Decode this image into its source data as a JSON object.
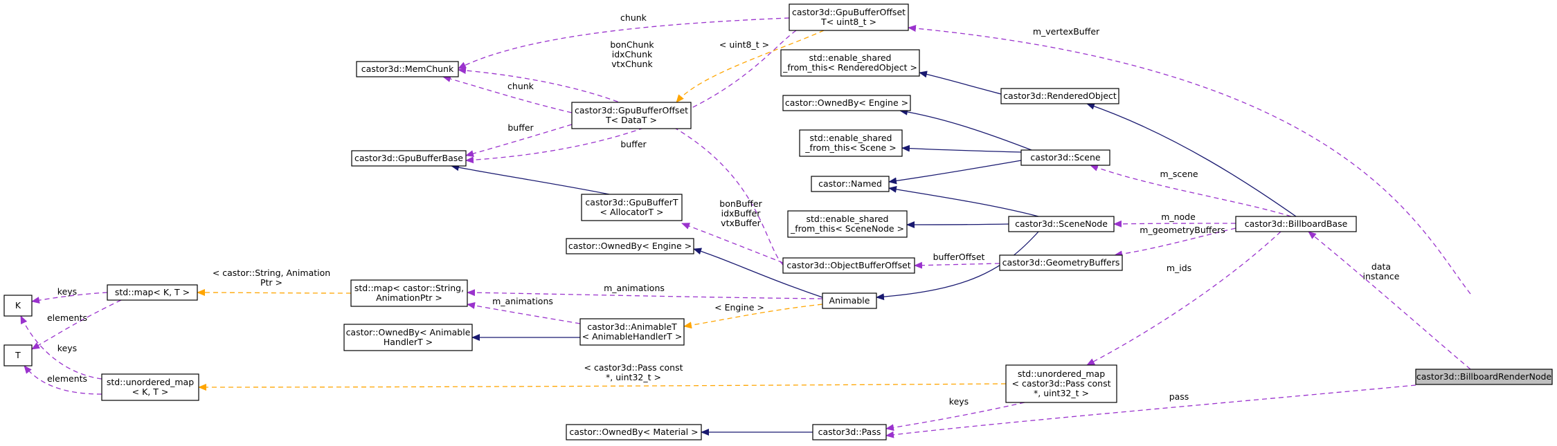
{
  "colors": {
    "inherit": "#191970",
    "usage": "#9a32cd",
    "template": "#ffa500",
    "focus_fill": "#bfbfbf"
  },
  "nodes": [
    {
      "id": "gbo_u8",
      "lines": [
        "castor3d::GpuBufferOffset",
        "T< uint8_t >"
      ]
    },
    {
      "id": "memchunk",
      "lines": [
        "castor3d::MemChunk"
      ]
    },
    {
      "id": "enable_ro",
      "lines": [
        "std::enable_shared",
        "_from_this< RenderedObject >"
      ]
    },
    {
      "id": "renderedobject",
      "lines": [
        "castor3d::RenderedObject"
      ]
    },
    {
      "id": "gbo_t",
      "lines": [
        "castor3d::GpuBufferOffset",
        "T< DataT >"
      ]
    },
    {
      "id": "ownedby_engine1",
      "lines": [
        "castor::OwnedBy< Engine >"
      ]
    },
    {
      "id": "gpubufferbase",
      "lines": [
        "castor3d::GpuBufferBase"
      ]
    },
    {
      "id": "enable_scene",
      "lines": [
        "std::enable_shared",
        "_from_this< Scene >"
      ]
    },
    {
      "id": "scene",
      "lines": [
        "castor3d::Scene"
      ]
    },
    {
      "id": "named",
      "lines": [
        "castor::Named"
      ]
    },
    {
      "id": "gpubuffert",
      "lines": [
        "castor3d::GpuBufferT",
        "< AllocatorT >"
      ]
    },
    {
      "id": "enable_sn",
      "lines": [
        "std::enable_shared",
        "_from_this< SceneNode >"
      ]
    },
    {
      "id": "scenenode",
      "lines": [
        "castor3d::SceneNode"
      ]
    },
    {
      "id": "billboardbase",
      "lines": [
        "castor3d::BillboardBase"
      ]
    },
    {
      "id": "ownedby_engine2",
      "lines": [
        "castor::OwnedBy< Engine >"
      ]
    },
    {
      "id": "objectbufferoffset",
      "lines": [
        "castor3d::ObjectBufferOffset"
      ]
    },
    {
      "id": "geometrybuffers",
      "lines": [
        "castor3d::GeometryBuffers"
      ]
    },
    {
      "id": "map_kt",
      "lines": [
        "std::map< K, T >"
      ]
    },
    {
      "id": "map_anim",
      "lines": [
        "std::map< castor::String,",
        "AnimationPtr >"
      ]
    },
    {
      "id": "animable",
      "lines": [
        "Animable"
      ]
    },
    {
      "id": "K",
      "lines": [
        "K"
      ]
    },
    {
      "id": "ownedby_animhandler",
      "lines": [
        "castor::OwnedBy< Animable",
        "HandlerT >"
      ]
    },
    {
      "id": "animablet",
      "lines": [
        "castor3d::AnimableT",
        "< AnimableHandlerT >"
      ]
    },
    {
      "id": "T",
      "lines": [
        "T"
      ]
    },
    {
      "id": "unordered_kt",
      "lines": [
        "std::unordered_map",
        "< K, T >"
      ]
    },
    {
      "id": "unordered_pass",
      "lines": [
        "std::unordered_map",
        "< castor3d::Pass const",
        "*, uint32_t >"
      ]
    },
    {
      "id": "billboardrendernode",
      "lines": [
        "castor3d::BillboardRenderNode"
      ]
    },
    {
      "id": "ownedby_material",
      "lines": [
        "castor::OwnedBy< Material >"
      ]
    },
    {
      "id": "pass",
      "lines": [
        "castor3d::Pass"
      ]
    }
  ],
  "edges": [
    {
      "id": "e-vertexbuffer",
      "kind": "usage",
      "from": "billboardbase",
      "to": "gbo_u8",
      "label": [
        "m_vertexBuffer"
      ]
    },
    {
      "id": "e-chunk-top",
      "kind": "usage",
      "from": "gbo_u8",
      "to": "memchunk",
      "label": [
        "chunk"
      ]
    },
    {
      "id": "e-uint8-tmpl",
      "kind": "template",
      "from": "gbo_u8",
      "to": "gbo_t",
      "label": [
        "< uint8_t >"
      ]
    },
    {
      "id": "e-buffer-top",
      "kind": "usage",
      "from": "gbo_u8",
      "to": "gpubufferbase",
      "label": [
        "buffer"
      ]
    },
    {
      "id": "e-chunk",
      "kind": "usage",
      "from": "gbo_t",
      "to": "memchunk",
      "label": [
        "chunk"
      ]
    },
    {
      "id": "e-buffer",
      "kind": "usage",
      "from": "gbo_t",
      "to": "gpubufferbase",
      "label": [
        "buffer"
      ]
    },
    {
      "id": "e-vtx-chunks",
      "kind": "usage",
      "from": "objectbufferoffset",
      "to": "memchunk",
      "label": [
        "bonChunk",
        "idxChunk",
        "vtxChunk"
      ]
    },
    {
      "id": "e-gpubuffert-base",
      "kind": "inherit",
      "from": "gpubuffert",
      "to": "gpubufferbase",
      "label": []
    },
    {
      "id": "e-vtx-buffers",
      "kind": "usage",
      "from": "objectbufferoffset",
      "to": "gpubuffert",
      "label": [
        "bonBuffer",
        "idxBuffer",
        "vtxBuffer"
      ]
    },
    {
      "id": "e-ro-enable",
      "kind": "inherit",
      "from": "renderedobject",
      "to": "enable_ro",
      "label": []
    },
    {
      "id": "e-bb-ro",
      "kind": "inherit",
      "from": "billboardbase",
      "to": "renderedobject",
      "label": []
    },
    {
      "id": "e-scene-ownedby",
      "kind": "inherit",
      "from": "scene",
      "to": "ownedby_engine1",
      "label": []
    },
    {
      "id": "e-scene-enable",
      "kind": "inherit",
      "from": "scene",
      "to": "enable_scene",
      "label": []
    },
    {
      "id": "e-scene-named",
      "kind": "inherit",
      "from": "scene",
      "to": "named",
      "label": []
    },
    {
      "id": "e-sn-named",
      "kind": "inherit",
      "from": "scenenode",
      "to": "named",
      "label": []
    },
    {
      "id": "e-sn-enable",
      "kind": "inherit",
      "from": "scenenode",
      "to": "enable_sn",
      "label": []
    },
    {
      "id": "e-bb-scene",
      "kind": "usage",
      "from": "billboardbase",
      "to": "scene",
      "label": [
        "m_scene"
      ]
    },
    {
      "id": "e-bb-node",
      "kind": "usage",
      "from": "billboardbase",
      "to": "scenenode",
      "label": [
        "m_node"
      ]
    },
    {
      "id": "e-bb-geom",
      "kind": "usage",
      "from": "billboardbase",
      "to": "geometrybuffers",
      "label": [
        "m_geometryBuffers"
      ]
    },
    {
      "id": "e-geom-obo",
      "kind": "usage",
      "from": "geometrybuffers",
      "to": "objectbufferoffset",
      "label": [
        "bufferOffset"
      ]
    },
    {
      "id": "e-sn-animable",
      "kind": "inherit",
      "from": "scenenode",
      "to": "animable",
      "label": []
    },
    {
      "id": "e-animable-ownedby",
      "kind": "inherit",
      "from": "animable",
      "to": "ownedby_engine2",
      "label": []
    },
    {
      "id": "e-map-tmpl",
      "kind": "template",
      "from": "map_anim",
      "to": "map_kt",
      "label": [
        "< castor::String, Animation",
        "Ptr >"
      ]
    },
    {
      "id": "e-map-keys",
      "kind": "usage",
      "from": "map_kt",
      "to": "K",
      "label": [
        "keys"
      ]
    },
    {
      "id": "e-map-elements",
      "kind": "usage",
      "from": "map_kt",
      "to": "T",
      "label": [
        "elements"
      ]
    },
    {
      "id": "e-animable-anims",
      "kind": "usage",
      "from": "animable",
      "to": "map_anim",
      "label": [
        "m_animations"
      ]
    },
    {
      "id": "e-animablet-anims",
      "kind": "usage",
      "from": "animablet",
      "to": "map_anim",
      "label": [
        "m_animations"
      ]
    },
    {
      "id": "e-animable-tmpl",
      "kind": "template",
      "from": "animable",
      "to": "animablet",
      "label": [
        "< Engine >"
      ]
    },
    {
      "id": "e-animablet-ownedby",
      "kind": "inherit",
      "from": "animablet",
      "to": "ownedby_animhandler",
      "label": []
    },
    {
      "id": "e-uo-keys",
      "kind": "usage",
      "from": "unordered_kt",
      "to": "K",
      "label": [
        "keys"
      ]
    },
    {
      "id": "e-uo-elements",
      "kind": "usage",
      "from": "unordered_kt",
      "to": "T",
      "label": [
        "elements"
      ]
    },
    {
      "id": "e-uo-tmpl",
      "kind": "template",
      "from": "unordered_pass",
      "to": "unordered_kt",
      "label": [
        "< castor3d::Pass const",
        "*, uint32_t >"
      ]
    },
    {
      "id": "e-bb-ids",
      "kind": "usage",
      "from": "billboardbase",
      "to": "unordered_pass",
      "label": [
        "m_ids"
      ]
    },
    {
      "id": "e-brn-bb",
      "kind": "usage",
      "from": "billboardrendernode",
      "to": "billboardbase",
      "label": [
        "data",
        "instance"
      ]
    },
    {
      "id": "e-uop-keys",
      "kind": "usage",
      "from": "unordered_pass",
      "to": "pass",
      "label": [
        "keys"
      ]
    },
    {
      "id": "e-brn-pass",
      "kind": "usage",
      "from": "billboardrendernode",
      "to": "pass",
      "label": [
        "pass"
      ]
    },
    {
      "id": "e-pass-ownedby",
      "kind": "inherit",
      "from": "pass",
      "to": "ownedby_material",
      "label": []
    }
  ]
}
